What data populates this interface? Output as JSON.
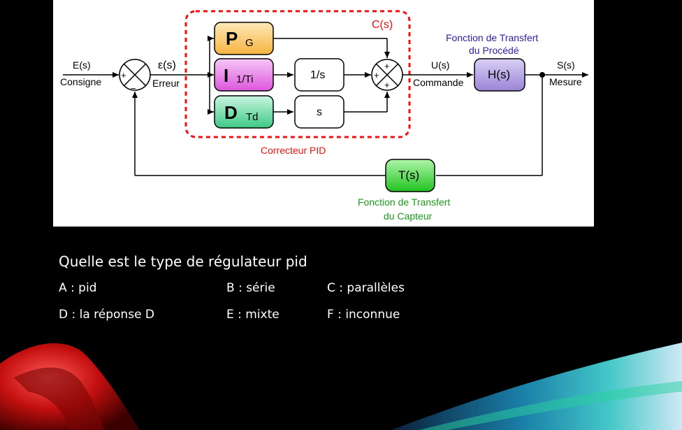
{
  "diagram": {
    "correcteur_label": "C(s)",
    "P": {
      "letter": "P",
      "sub": "G"
    },
    "I": {
      "letter": "I",
      "sub": "1/Ti"
    },
    "D": {
      "letter": "D",
      "sub": "Td"
    },
    "integrator": "1/s",
    "derivator": "s",
    "input_signal": "E(s)",
    "input_name": "Consigne",
    "error_signal": "ε(s)",
    "error_name": "Erreur",
    "command_signal": "U(s)",
    "command_name": "Commande",
    "process_title_1": "Fonction de Transfert",
    "process_title_2": "du Procédé",
    "process_block": "H(s)",
    "output_signal": "S(s)",
    "output_name": "Mesure",
    "pid_label": "Correcteur PID",
    "sensor_block": "T(s)",
    "sensor_title_1": "Fonction de Transfert",
    "sensor_title_2": "du Capteur",
    "plus": "+",
    "minus": "−",
    "colors": {
      "red": "#e11",
      "purple": "#2a1f9e",
      "green": "#1a9a1a"
    }
  },
  "quiz": {
    "question": "Quelle est le type de régulateur pid",
    "options": {
      "a": "A : pid",
      "b": "B : série",
      "c": "C : parallèles",
      "d": "D : la réponse D",
      "e": "E : mixte",
      "f": "F : inconnue"
    }
  }
}
